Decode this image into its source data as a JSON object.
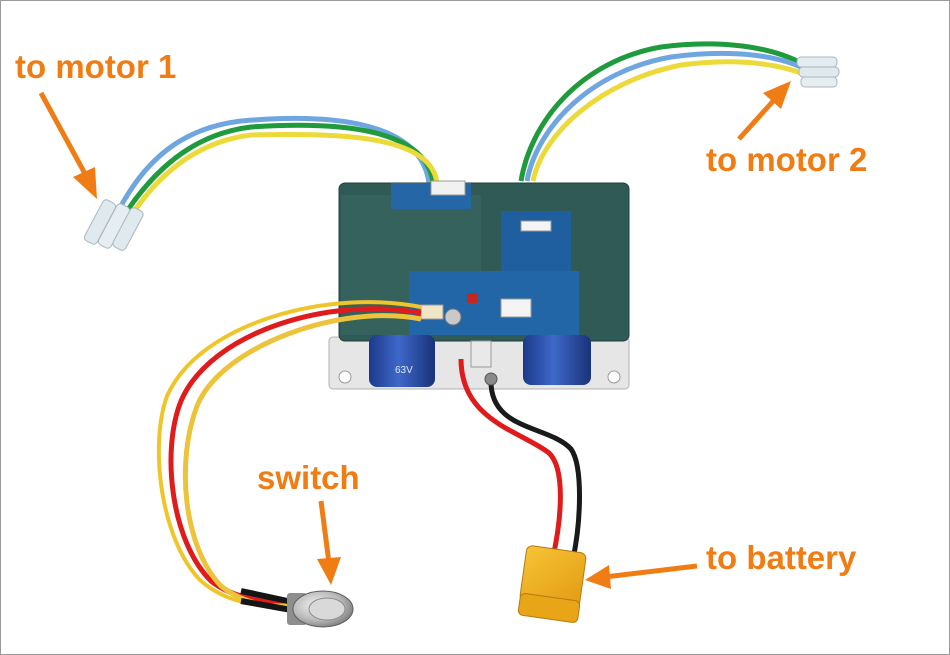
{
  "labels": {
    "motor1": "to motor 1",
    "motor2": "to motor 2",
    "switch": "switch",
    "battery": "to battery"
  },
  "board_text": {
    "capacitor_value": "63V"
  },
  "colors": {
    "annotation": "#f07d14",
    "pcb": "#2f5a55",
    "wire_blue": "#6fa6e0",
    "wire_green": "#1f9a3c",
    "wire_yellow": "#ecd93a",
    "wire_red": "#e01b1b",
    "wire_black": "#1a1a1a",
    "connector": "#f2b01e",
    "capacitor": "#2a4da8"
  }
}
